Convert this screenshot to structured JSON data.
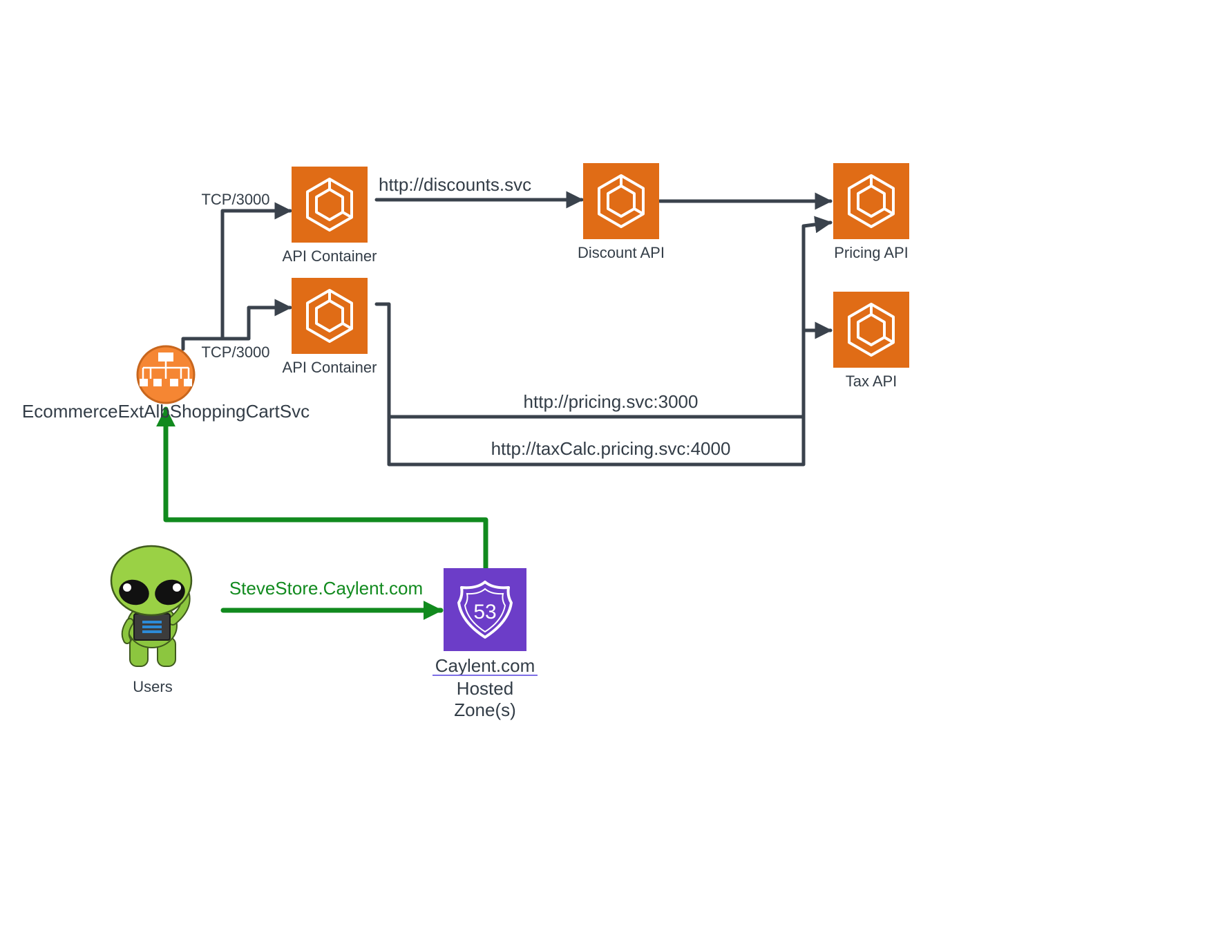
{
  "colors": {
    "ecs_orange": "#e06c16",
    "elb_orange": "#f58633",
    "route53_purple": "#6c3dc8",
    "dark_line": "#3a424c",
    "green_line": "#118a1e",
    "text": "#333d47",
    "link_underline": "#7d6ee6"
  },
  "nodes": {
    "api_container_1": {
      "label": "API Container",
      "icon": "ecs-icon"
    },
    "api_container_2": {
      "label": "API Container",
      "icon": "ecs-icon"
    },
    "discount_api": {
      "label": "Discount API",
      "icon": "ecs-icon"
    },
    "pricing_api": {
      "label": "Pricing API",
      "icon": "ecs-icon"
    },
    "tax_api": {
      "label": "Tax API",
      "icon": "ecs-icon"
    },
    "load_balancer": {
      "label": "EcommerceExtAlbShoppingCartSvc",
      "icon": "load-balancer-icon"
    },
    "users": {
      "label": "Users",
      "icon": "alien-mascot-icon"
    },
    "route53": {
      "label_line1": "Caylent.com",
      "label_line2": "Hosted",
      "label_line3": "Zone(s)",
      "icon": "route53-icon",
      "badge": "53"
    }
  },
  "edges": {
    "lb_to_container1": "TCP/3000",
    "lb_to_container2": "TCP/3000",
    "container_to_discount": "http://discounts.svc",
    "container_to_pricing": "http://pricing.svc:3000",
    "container_to_tax": "http://taxCalc.pricing.svc:4000",
    "users_to_route53": "SteveStore.Caylent.com"
  }
}
